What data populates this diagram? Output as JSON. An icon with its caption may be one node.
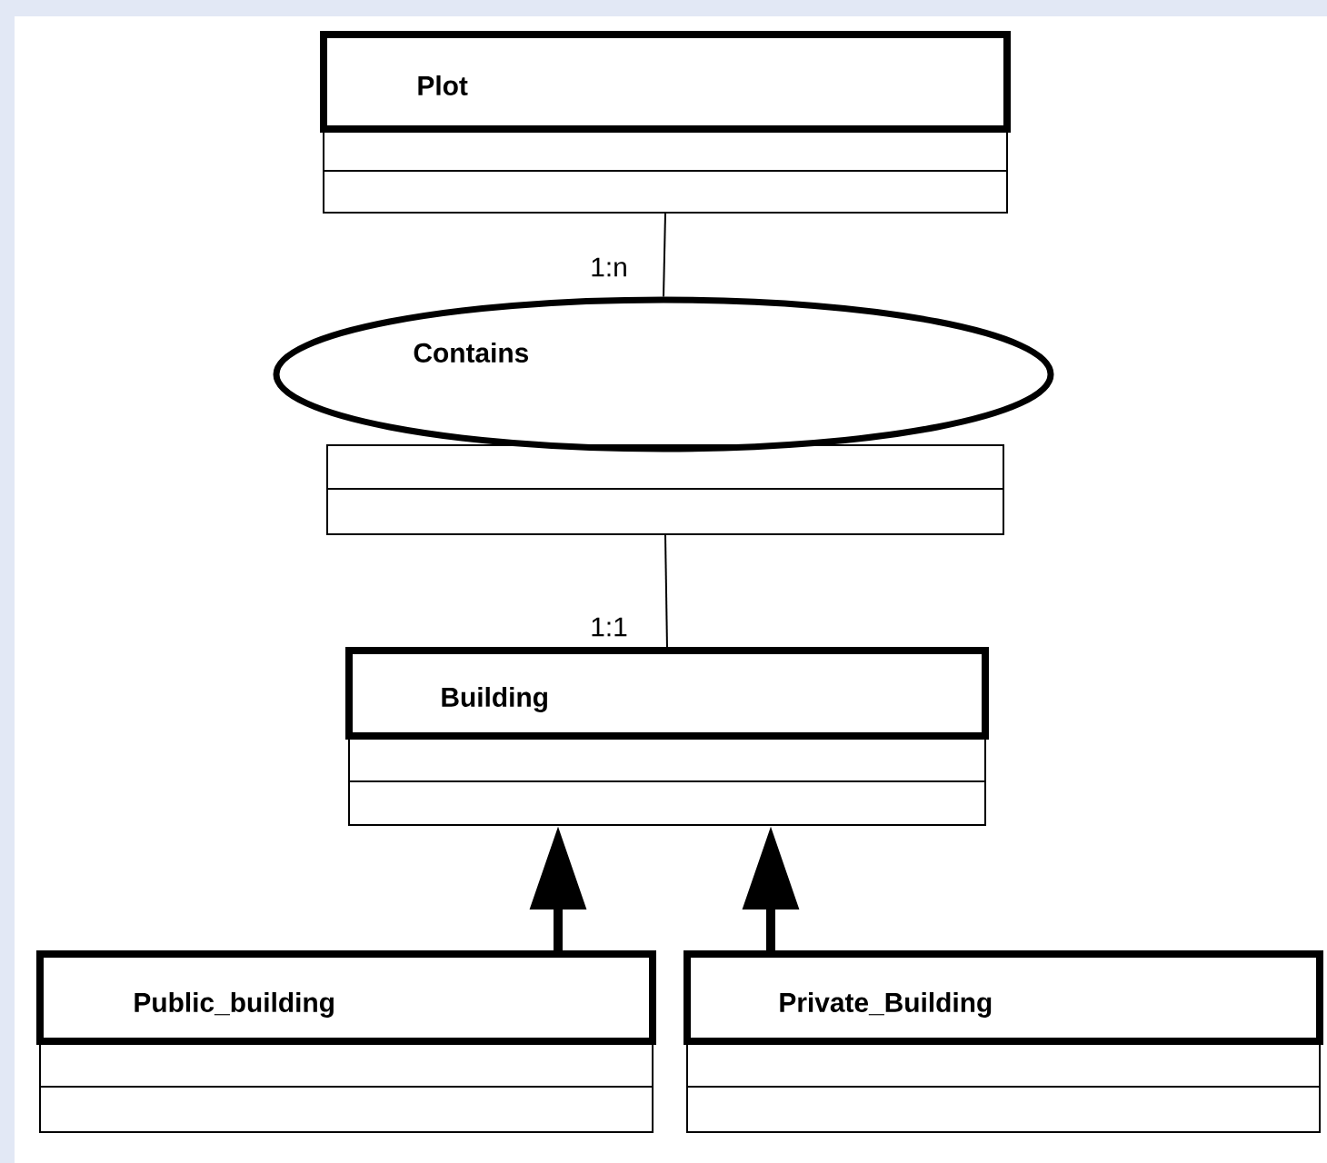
{
  "diagram": {
    "nodes": [
      {
        "text": [
          "Plot"
        ]
      },
      {
        "text": [
          "Contains"
        ]
      },
      {
        "text": [],
        "shape": "box"
      },
      {
        "text": [
          "Building"
        ]
      },
      {
        "text": [
          "Public_building"
        ]
      },
      {
        "text": [
          "Private_Building"
        ]
      }
    ],
    "edges": [
      {
        "from": 0,
        "to": 1,
        "arrow": "none",
        "label": "1:n"
      },
      {
        "from": 2,
        "to": 3,
        "arrow": "none",
        "label": "1:1"
      },
      {
        "from": 4,
        "to": 3,
        "arrow": "to",
        "style": "thick"
      },
      {
        "from": 5,
        "to": 3,
        "arrow": "to",
        "style": "thick"
      }
    ]
  }
}
